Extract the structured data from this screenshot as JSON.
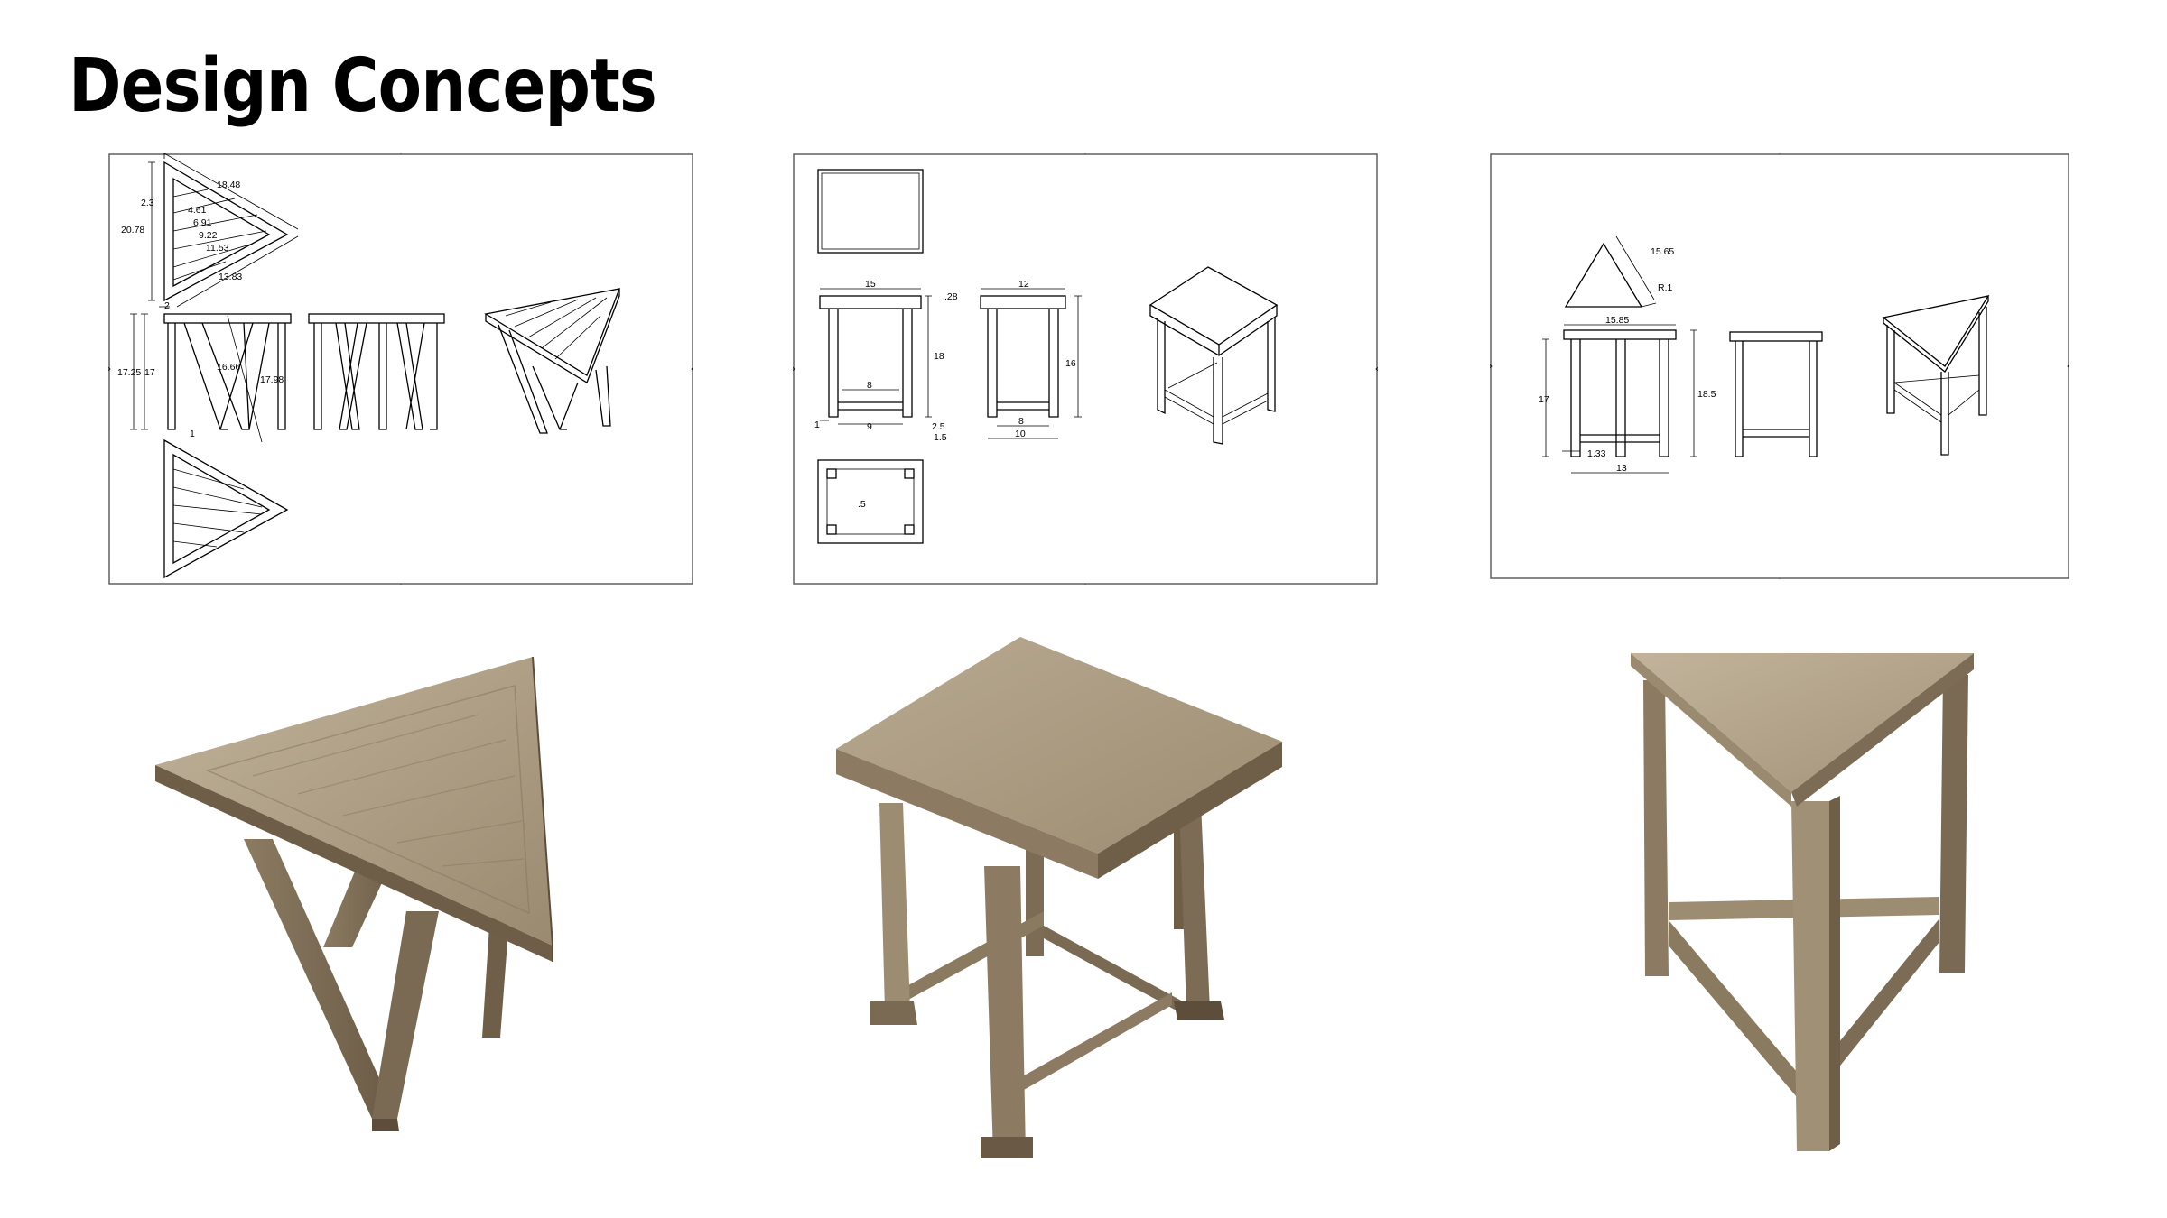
{
  "title": "Design Concepts",
  "colors": {
    "wood_light": "#b3a48c",
    "wood_mid": "#8c7b62",
    "wood_dark": "#5c4e3b",
    "line": "#000000"
  },
  "drawing_1": {
    "dims": [
      "18.48",
      "2.3",
      "20.78",
      "4.61",
      "6.91",
      "9.22",
      "11.53",
      "13.83",
      "2",
      "17.25",
      "17",
      "16.66",
      "17.98",
      "1"
    ]
  },
  "drawing_2": {
    "dims": [
      "15",
      ".28",
      "18",
      "8",
      "9",
      "1",
      "2.5",
      "1.5",
      "12",
      "16",
      "8",
      "10",
      ".5"
    ]
  },
  "drawing_3": {
    "dims": [
      "15.65",
      "R.1",
      "15.85",
      "17",
      "18.5",
      "1.33",
      "13"
    ]
  }
}
